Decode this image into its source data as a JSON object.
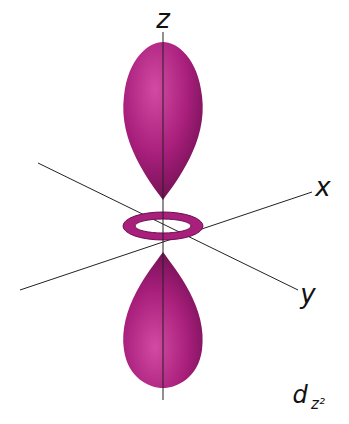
{
  "diagram": {
    "labels": [
      "z",
      "x",
      "y",
      "d",
      "z²"
    ]
  }
}
